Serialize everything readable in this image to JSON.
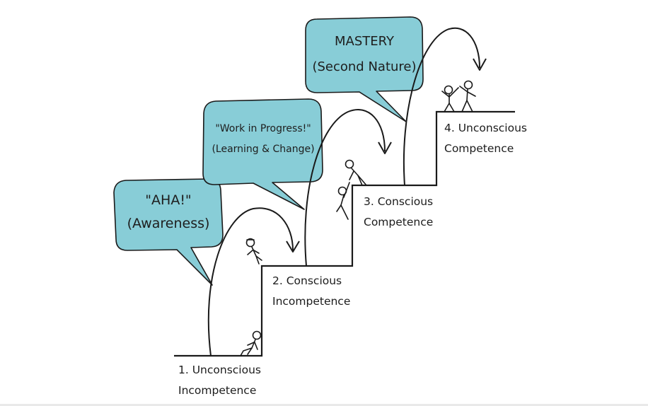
{
  "steps": [
    {
      "line1": "1. Unconscious",
      "line2": "Incompetence"
    },
    {
      "line1": "2. Conscious",
      "line2": "Incompetence"
    },
    {
      "line1": "3. Conscious",
      "line2": "Competence"
    },
    {
      "line1": "4. Unconscious",
      "line2": "Competence"
    }
  ],
  "bubbles": [
    {
      "line1": "\"AHA!\"",
      "line2": "(Awareness)"
    },
    {
      "line1": "\"Work in Progress!\"",
      "line2": "(Learning & Change)"
    },
    {
      "line1": "MASTERY",
      "line2": "(Second Nature)"
    }
  ],
  "colors": {
    "bubble_fill": "#88cdd7",
    "stroke": "#1a1a1a"
  }
}
